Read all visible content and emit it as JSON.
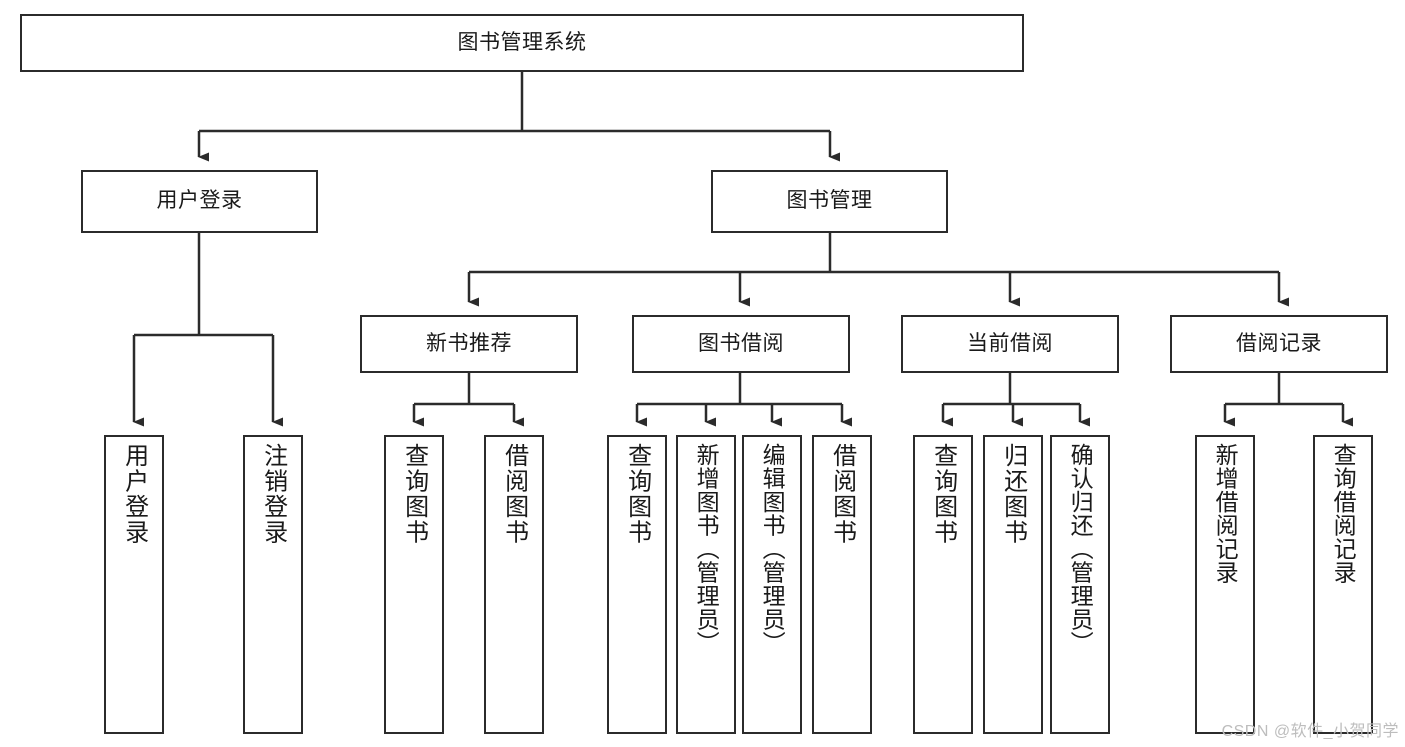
{
  "diagram": {
    "title": "图书管理系统",
    "type": "tree-hierarchy",
    "watermark": "CSDN @软件_小贺同学",
    "colors": {
      "stroke": "#2b2b2b",
      "fill": "#ffffff",
      "text": "#1a1a1a",
      "watermark": "#bdbdbd"
    },
    "nodes": {
      "root": {
        "label": "图书管理系统"
      },
      "level2": [
        {
          "id": "user-login",
          "label": "用户登录"
        },
        {
          "id": "book-manage",
          "label": "图书管理"
        }
      ],
      "level3": [
        {
          "id": "new-book-recommend",
          "label": "新书推荐"
        },
        {
          "id": "book-borrow",
          "label": "图书借阅"
        },
        {
          "id": "current-borrow",
          "label": "当前借阅"
        },
        {
          "id": "borrow-record",
          "label": "借阅记录"
        }
      ],
      "leaves": {
        "user_login": [
          {
            "id": "leaf-user-login",
            "label": "用户登录"
          },
          {
            "id": "leaf-logout-login",
            "label": "注销登录"
          }
        ],
        "new_book_recommend": [
          {
            "id": "leaf-query-book-1",
            "label": "查询图书"
          },
          {
            "id": "leaf-borrow-book-1",
            "label": "借阅图书"
          }
        ],
        "book_borrow": [
          {
            "id": "leaf-query-book-2",
            "label": "查询图书"
          },
          {
            "id": "leaf-add-book-admin",
            "label": "新增图书（管理员）"
          },
          {
            "id": "leaf-edit-book-admin",
            "label": "编辑图书（管理员）"
          },
          {
            "id": "leaf-borrow-book-2",
            "label": "借阅图书"
          }
        ],
        "current_borrow": [
          {
            "id": "leaf-query-book-3",
            "label": "查询图书"
          },
          {
            "id": "leaf-return-book",
            "label": "归还图书"
          },
          {
            "id": "leaf-confirm-return-admin",
            "label": "确认归还（管理员）"
          }
        ],
        "borrow_record": [
          {
            "id": "leaf-add-borrow-record",
            "label": "新增借阅记录"
          },
          {
            "id": "leaf-query-borrow-record",
            "label": "查询借阅记录"
          }
        ]
      }
    }
  }
}
